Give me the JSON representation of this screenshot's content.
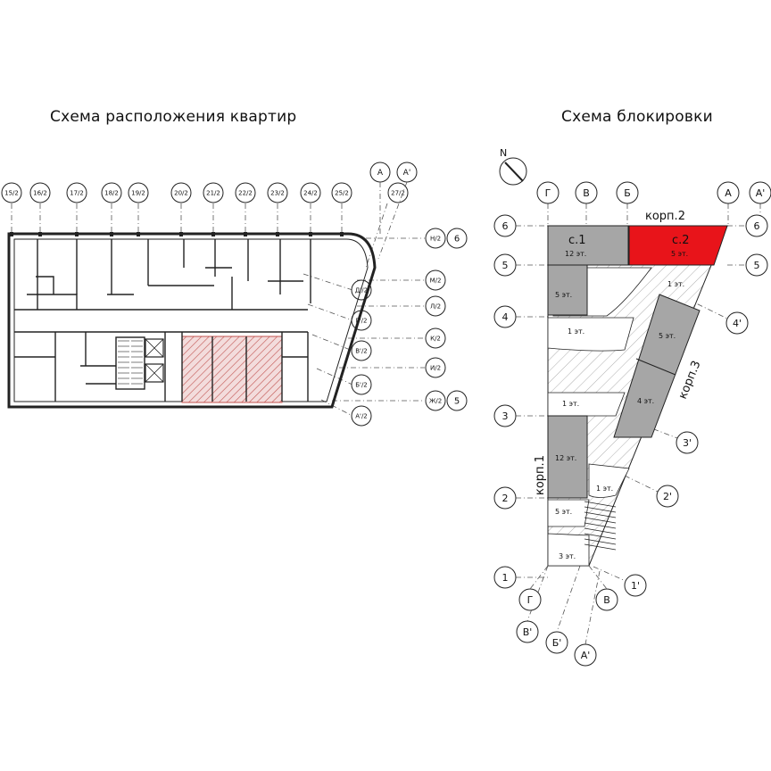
{
  "titles": {
    "left": "Схема расположения квартир",
    "right": "Схема блокировки"
  },
  "floor_plan": {
    "top_axes": [
      "15/2",
      "16/2",
      "17/2",
      "18/2",
      "19/2",
      "20/2",
      "21/2",
      "22/2",
      "23/2",
      "24/2",
      "25/2",
      "27/2"
    ],
    "corner_axes": [
      "А",
      "А'"
    ],
    "right_axes": [
      "Н/2",
      "М/2",
      "Д'/2",
      "Л/2",
      "Г'/2",
      "К/2",
      "В'/2",
      "И/2",
      "Б'/2",
      "Ж/2",
      "А'/2"
    ],
    "right_numbers": [
      "6",
      "5"
    ]
  },
  "block_scheme": {
    "north": "N",
    "top_axes": [
      "Г",
      "В",
      "Б",
      "А",
      "А'"
    ],
    "left_axes": [
      "6",
      "5",
      "4",
      "3",
      "2",
      "1"
    ],
    "right_top_axes": [
      "6",
      "5"
    ],
    "diag_axes": [
      "4'",
      "3'",
      "2'",
      "1'"
    ],
    "bottom_axes": [
      "Г",
      "В",
      "В'",
      "Б'",
      "А'"
    ],
    "corps": [
      "корп.1",
      "корп.2",
      "корп.3"
    ],
    "sections": [
      "с.1",
      "с.2"
    ],
    "floors": {
      "s1": "12 эт.",
      "s2": "5 эт.",
      "a": "1 эт.",
      "b": "5 эт.",
      "c": "1 эт.",
      "d": "5 эт.",
      "e": "1 эт.",
      "f": "4 эт.",
      "g": "12 эт.",
      "h": "1 эт.",
      "i": "5 эт.",
      "j": "3 эт."
    }
  },
  "colors": {
    "highlight": "#e8141a",
    "gray_block": "#a6a6a6",
    "apartment_hatch": "#c0504d"
  }
}
